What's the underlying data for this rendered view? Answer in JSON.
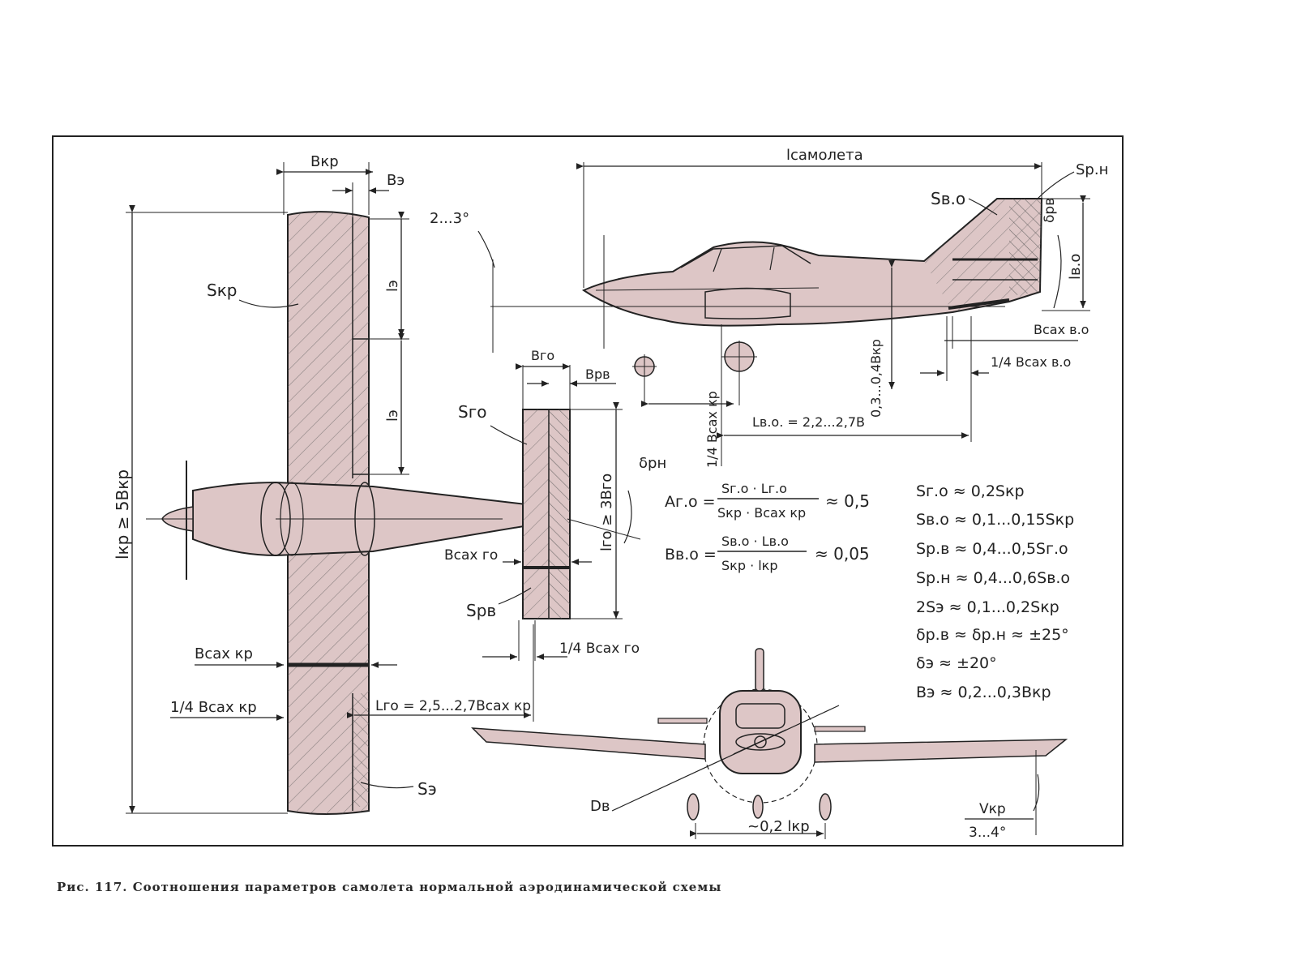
{
  "top_view": {
    "wing_area": "Sкр",
    "wing_chord": "Bкр",
    "aileron_chord": "Bэ",
    "aileron_span_top": "lэ",
    "aileron_span_bottom": "lэ",
    "wing_span": "lкр ≥ 5Bкр",
    "mac_wing": "Bсах кр",
    "quarter_mac_wing": "1/4 Bсах кр",
    "tail_arm_h": "Lго = 2,5...2,7Bсах кр",
    "aileron_area": "Sэ"
  },
  "tail_view": {
    "htail_chord": "Bго",
    "elevator_chord": "Bрв",
    "htail_area": "Sго",
    "htail_span": "lго ≥ 3Bго",
    "rudder_deflection": "δрн",
    "mac_htail": "Bсах го",
    "elevator_area": "Sрв",
    "quarter_mac_htail": "1/4 Bсах го"
  },
  "side_view": {
    "length": "lсамолета",
    "incidence": "2...3°",
    "vtail_area": "Sв.о",
    "rudder_area": "Sр.н",
    "elevator_deflection": "δрв",
    "vtail_height": "lв.о",
    "mac_vtail": "Bсах в.о",
    "quarter_mac_vtail": "1/4 Bсах в.о",
    "thrust_offset": "0,3...0,4Bкр",
    "quarter_mac_wing": "1/4 Bсах кр",
    "tail_arm_v": "Lв.о. = 2,2...2,7B"
  },
  "formulas": {
    "a_go_lhs": "Aг.о =",
    "a_go_num": "Sг.о · Lг.о",
    "a_go_den": "Sкр · Bсах кр",
    "a_go_val": "≈ 0,5",
    "b_vo_lhs": "Bв.о =",
    "b_vo_num": "Sв.о · Lв.о",
    "b_vo_den": "Sкр · lкр",
    "b_vo_val": "≈ 0,05"
  },
  "relations": [
    "Sг.о ≈ 0,2Sкр",
    "Sв.о ≈ 0,1...0,15Sкр",
    "Sр.в ≈ 0,4...0,5Sг.о",
    "Sр.н ≈ 0,4...0,6Sв.о",
    "2Sэ ≈ 0,1...0,2Sкр",
    "δр.в ≈ δр.н ≈ ±25°",
    "δэ ≈ ±20°",
    "Bэ ≈ 0,2...0,3Bкр"
  ],
  "front_view": {
    "prop_diameter": "Dв",
    "track": "~0,2 lкр",
    "dihedral": "Vкр",
    "dihedral_value": "3...4°"
  },
  "caption": "Рис. 117. Соотношения параметров самолета нормальной аэродинамической схемы",
  "colors": {
    "paper": "#ffffff",
    "part_fill": "#ddc6c6",
    "ink": "#222222"
  }
}
